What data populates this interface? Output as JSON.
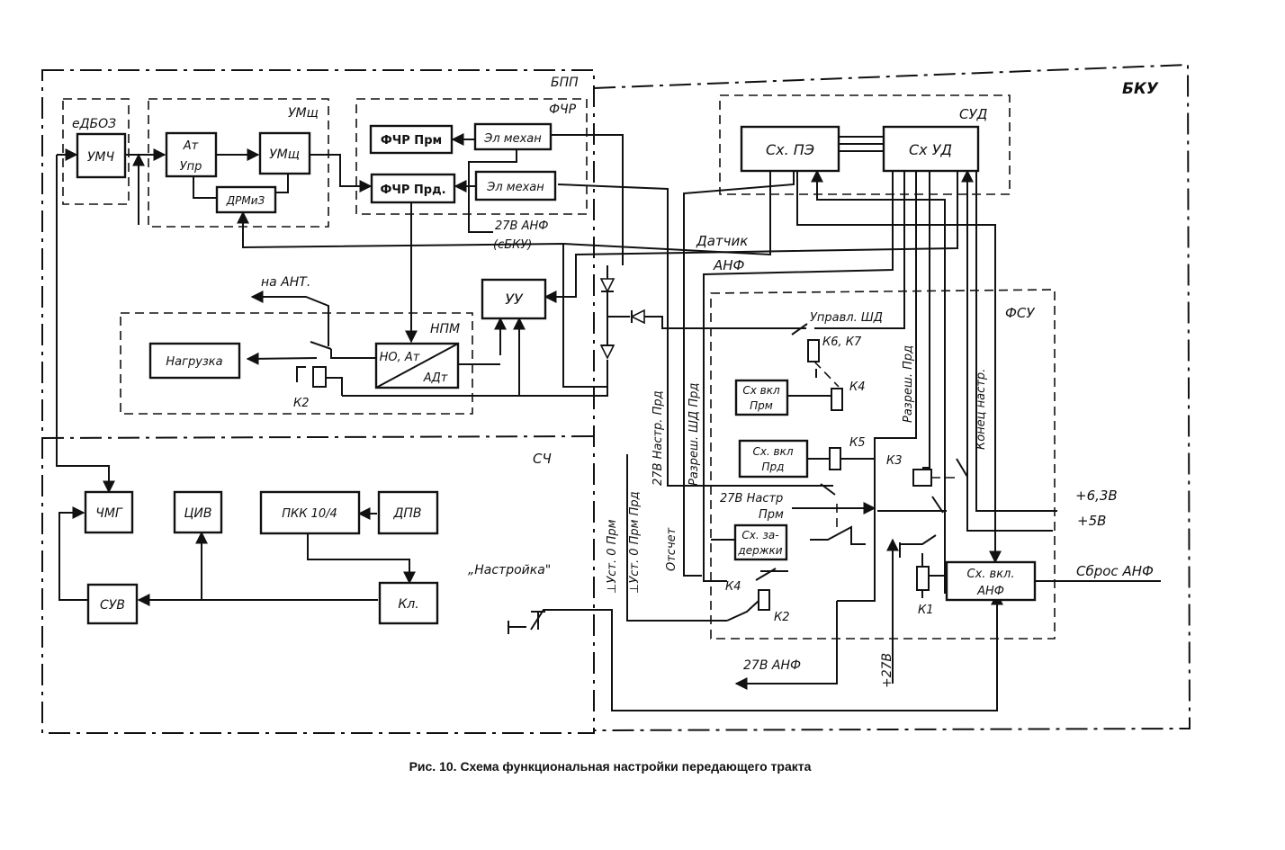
{
  "regions": {
    "bku": "БКУ",
    "bpp": "БПП",
    "edboz": "еДБОЗ",
    "umsh": "УМщ",
    "fchr": "ФЧР",
    "sud": "СУД",
    "npm": "НПМ",
    "fsu": "ФСУ",
    "sch": "СЧ"
  },
  "blocks": {
    "umch": "УМЧ",
    "at_upr_1": "Ат",
    "at_upr_2": "Упр",
    "umsh_block": "УМщ",
    "drmiz": "ДРМиЗ",
    "fchr_prm": "ФЧР Прм",
    "fchr_prd": "ФЧР Прд.",
    "elmekhan_1": "Эл механ",
    "elmekhan_2": "Эл механ",
    "sx_pe": "Сх. ПЭ",
    "sx_ud": "Сх  УД",
    "uu": "УУ",
    "nagruzka": "Нагрузка",
    "ho_at": "НО, Ат",
    "adt": "АДт",
    "sx_vkl_prm_1": "Сх вкл",
    "sx_vkl_prm_2": "Прм",
    "sx_vkl_prd_1": "Сх. вкл",
    "sx_vkl_prd_2": "Прд",
    "sx_zaderzhki_1": "Сх. за-",
    "sx_zaderzhki_2": "держки",
    "sx_vkl_anf_1": "Сх. вкл.",
    "sx_vkl_anf_2": "АНФ",
    "chmg": "ЧМГ",
    "civ": "ЦИВ",
    "pkk": "ПКК 10/4",
    "dpv": "ДПВ",
    "suv": "СУВ",
    "kl": "Кл."
  },
  "labels": {
    "v27_anf_top": "27В АНФ",
    "sbku": "(сБКУ)",
    "datchik": "Датчик",
    "anf": "АНФ",
    "na_ant": "на АНТ.",
    "upravl_shd": "Управл. ШД",
    "k6k7": "К6, К7",
    "k4_top": "К4",
    "k5": "К5",
    "k3": "К3",
    "k2_npm": "К2",
    "k4_bottom": "К4",
    "k2_bottom": "К2",
    "k1": "К1",
    "razresh_prd": "Разреш. Прд",
    "konec_nastr": "Конец  настр.",
    "razresh_shd_prd": "Разреш. ШД Прд",
    "otschet": "Отсчет",
    "nastr_prd": "27В  Настр. Прд",
    "ust_prm": "⊥Уст. 0 Прм",
    "ust_prd": "⊥Уст. 0 Прм Прд",
    "v27_nastr_prm_1": "27В Настр",
    "v27_nastr_prm_2": "Прм",
    "plus_6_3": "+6,3В",
    "plus_5": "+5В",
    "sbros_anf": "Сброс АНФ",
    "plus_27": "+27В",
    "v27_anf_bottom": "27В АНФ",
    "nastroyka": "„Настройка\""
  },
  "caption": "Рис. 10. Схема функциональная настройки передающего тракта"
}
